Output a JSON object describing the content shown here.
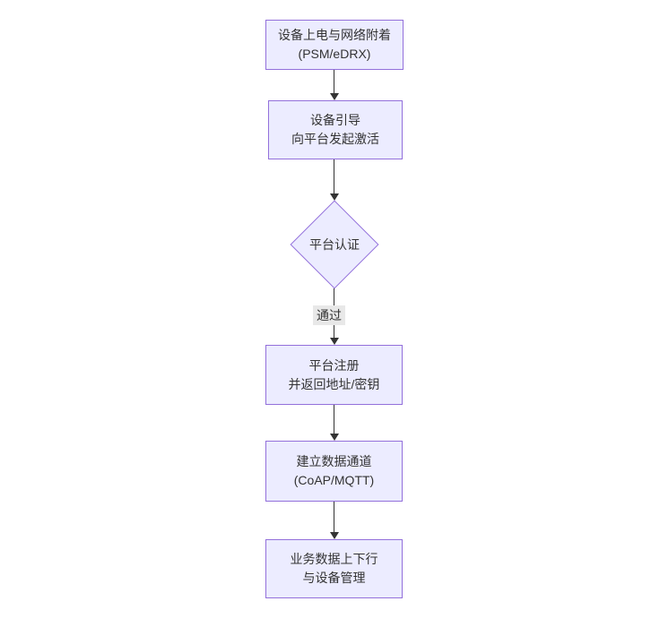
{
  "diagram": {
    "type": "flowchart-top-down",
    "nodes": {
      "power": {
        "line1": "设备上电与网络附着",
        "line2": "(PSM/eDRX)"
      },
      "bootstrap": {
        "line1": "设备引导",
        "line2": "向平台发起激活"
      },
      "auth": {
        "label": "平台认证"
      },
      "register": {
        "line1": "平台注册",
        "line2": "并返回地址/密钥"
      },
      "channel": {
        "line1": "建立数据通道",
        "line2": "(CoAP/MQTT)"
      },
      "business": {
        "line1": "业务数据上下行",
        "line2": "与设备管理"
      }
    },
    "edge_labels": {
      "auth_to_register": "通过"
    },
    "colors": {
      "node_fill": "#ECECFF",
      "node_border": "#9370DB",
      "edge_color": "#333333",
      "edge_label_bg": "#e8e8e8",
      "text_color": "#333333",
      "background": "#ffffff"
    }
  }
}
